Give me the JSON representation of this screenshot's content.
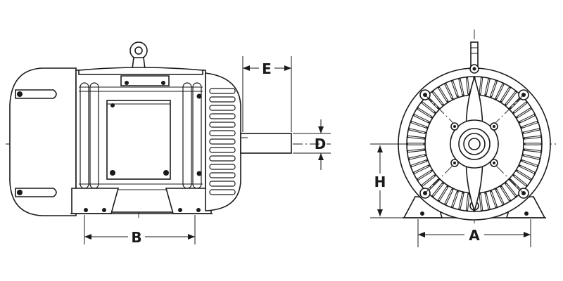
{
  "dimensions": {
    "e": "E",
    "d": "D",
    "b": "B",
    "h": "H",
    "a": "A"
  },
  "colors": {
    "line": "#1a1a1a",
    "background": "#ffffff"
  }
}
